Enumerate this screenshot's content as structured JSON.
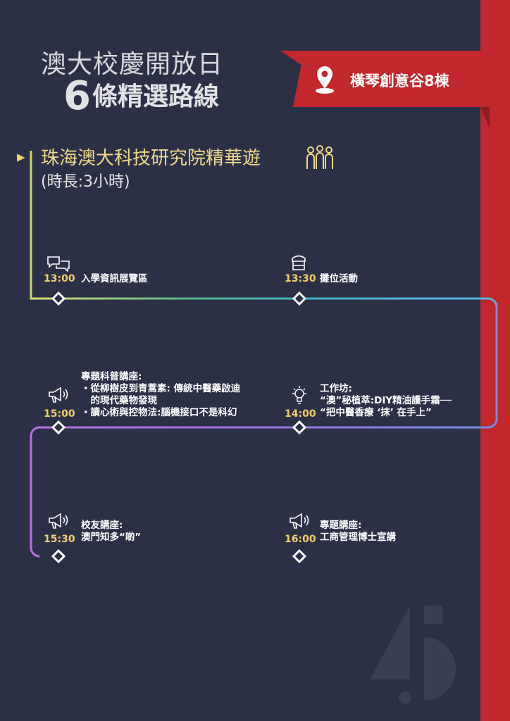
{
  "header": {
    "title_line1": "澳大校慶開放日",
    "title_number": "6",
    "title_line2": "條精選路線"
  },
  "location": {
    "icon": "map-pin-icon",
    "label": "橫琴創意谷8棟"
  },
  "route": {
    "name": "珠海澳大科技研究院精華遊",
    "duration": "(時長:3小時)",
    "icon": "group-people-icon"
  },
  "stops": [
    {
      "time": "13:00",
      "icon": "chat-bubbles-icon",
      "lines": [
        "入學資訊展覽區"
      ]
    },
    {
      "time": "13:30",
      "icon": "market-stall-icon",
      "lines": [
        "攤位活動"
      ]
    },
    {
      "time": "14:00",
      "icon": "lightbulb-icon",
      "lines": [
        "工作坊:",
        "“澳”秘植萃:DIY精油護手霜──",
        "“把中醫香療 ‘抹’ 在手上”"
      ]
    },
    {
      "time": "15:00",
      "icon": "megaphone-icon",
      "lines": [
        "專題科普講座:",
        "・從柳樹皮到青蒿素: 傳統中醫藥啟迪",
        "　的現代藥物發現",
        "・讀心術與控物法:腦機接口不是科幻"
      ]
    },
    {
      "time": "15:30",
      "icon": "megaphone-icon",
      "lines": [
        "校友講座:",
        "澳門知多“啲”"
      ]
    },
    {
      "time": "16:00",
      "icon": "megaphone-icon",
      "lines": [
        "專題講座:",
        "工商管理博士宣講"
      ]
    }
  ],
  "colors": {
    "background": "#2c3047",
    "accent_red": "#c1272d",
    "gold": "#f3cf6a"
  }
}
